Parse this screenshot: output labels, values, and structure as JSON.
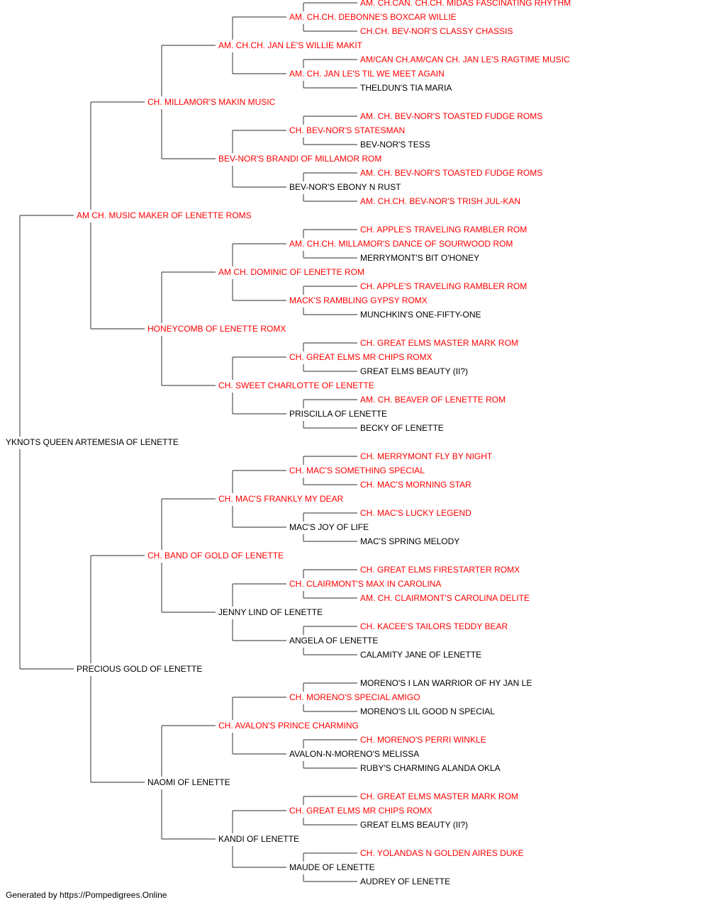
{
  "colors": {
    "champion": "#ff0000",
    "regular": "#000000",
    "connector": "#555555"
  },
  "subject": {
    "name": "YKNOTS QUEEN ARTEMESIA OF LENETTE",
    "titled": false
  },
  "generations": [
    [
      {
        "name": "AM CH. MUSIC MAKER OF LENETTE ROMS",
        "titled": true
      },
      {
        "name": "PRECIOUS GOLD OF LENETTE",
        "titled": false
      }
    ],
    [
      {
        "name": "CH. MILLAMOR'S MAKIN MUSIC",
        "titled": true
      },
      {
        "name": "HONEYCOMB OF LENETTE ROMX",
        "titled": true
      },
      {
        "name": "CH. BAND OF GOLD OF LENETTE",
        "titled": true
      },
      {
        "name": "NAOMI OF LENETTE",
        "titled": false
      }
    ],
    [
      {
        "name": "AM. CH.CH. JAN LE'S WILLIE MAKIT",
        "titled": true
      },
      {
        "name": "BEV-NOR'S BRANDI OF MILLAMOR ROM",
        "titled": true
      },
      {
        "name": "AM CH. DOMINIC OF LENETTE ROM",
        "titled": true
      },
      {
        "name": "CH. SWEET CHARLOTTE OF LENETTE",
        "titled": true
      },
      {
        "name": "CH. MAC'S FRANKLY MY DEAR",
        "titled": true
      },
      {
        "name": "JENNY LIND OF LENETTE",
        "titled": false
      },
      {
        "name": "CH. AVALON'S PRINCE CHARMING",
        "titled": true
      },
      {
        "name": "KANDI OF LENETTE",
        "titled": false
      }
    ],
    [
      {
        "name": "AM. CH.CH. DEBONNE'S BOXCAR WILLIE",
        "titled": true
      },
      {
        "name": "AM. CH. JAN LE'S TIL WE MEET AGAIN",
        "titled": true
      },
      {
        "name": "CH. BEV-NOR'S STATESMAN",
        "titled": true
      },
      {
        "name": "BEV-NOR'S EBONY N RUST",
        "titled": false
      },
      {
        "name": "AM. CH.CH. MILLAMOR'S DANCE OF SOURWOOD ROM",
        "titled": true
      },
      {
        "name": "MACK'S RAMBLING GYPSY ROMX",
        "titled": true
      },
      {
        "name": "CH. GREAT ELMS MR CHIPS ROMX",
        "titled": true
      },
      {
        "name": "PRISCILLA OF LENETTE",
        "titled": false
      },
      {
        "name": "CH. MAC'S SOMETHING SPECIAL",
        "titled": true
      },
      {
        "name": "MAC'S JOY OF LIFE",
        "titled": false
      },
      {
        "name": "CH. CLAIRMONT'S MAX IN CAROLINA",
        "titled": true
      },
      {
        "name": "ANGELA OF LENETTE",
        "titled": false
      },
      {
        "name": "CH. MORENO'S SPECIAL AMIGO",
        "titled": true
      },
      {
        "name": "AVALON-N-MORENO'S MELISSA",
        "titled": false
      },
      {
        "name": "CH. GREAT ELMS MR CHIPS ROMX",
        "titled": true
      },
      {
        "name": "MAUDE OF LENETTE",
        "titled": false
      }
    ],
    [
      {
        "name": "AM. CH.CAN. CH.CH. MIDAS FASCINATING RHYTHM",
        "titled": true
      },
      {
        "name": "CH.CH. BEV-NOR'S CLASSY CHASSIS",
        "titled": true
      },
      {
        "name": "AM/CAN CH.AM/CAN CH. JAN LE'S RAGTIME MUSIC",
        "titled": true
      },
      {
        "name": "THELDUN'S TIA MARIA",
        "titled": false
      },
      {
        "name": "AM. CH. BEV-NOR'S TOASTED FUDGE ROMS",
        "titled": true
      },
      {
        "name": "BEV-NOR'S TESS",
        "titled": false
      },
      {
        "name": "AM. CH. BEV-NOR'S TOASTED FUDGE ROMS",
        "titled": true
      },
      {
        "name": "AM. CH.CH. BEV-NOR'S TRISH JUL-KAN",
        "titled": true
      },
      {
        "name": "CH. APPLE'S TRAVELING RAMBLER ROM",
        "titled": true
      },
      {
        "name": "MERRYMONT'S BIT O'HONEY",
        "titled": false
      },
      {
        "name": "CH. APPLE'S TRAVELING RAMBLER ROM",
        "titled": true
      },
      {
        "name": "MUNCHKIN'S ONE-FIFTY-ONE",
        "titled": false
      },
      {
        "name": "CH. GREAT ELMS MASTER MARK ROM",
        "titled": true
      },
      {
        "name": "GREAT ELMS BEAUTY (II?)",
        "titled": false
      },
      {
        "name": "AM. CH. BEAVER OF LENETTE ROM",
        "titled": true
      },
      {
        "name": "BECKY OF LENETTE",
        "titled": false
      },
      {
        "name": "CH. MERRYMONT FLY BY NIGHT",
        "titled": true
      },
      {
        "name": "CH. MAC'S MORNING STAR",
        "titled": true
      },
      {
        "name": "CH. MAC'S LUCKY LEGEND",
        "titled": true
      },
      {
        "name": "MAC'S SPRING MELODY",
        "titled": false
      },
      {
        "name": "CH. GREAT ELMS FIRESTARTER ROMX",
        "titled": true
      },
      {
        "name": "AM. CH. CLAIRMONT'S CAROLINA DELITE",
        "titled": true
      },
      {
        "name": "CH. KACEE'S TAILORS TEDDY BEAR",
        "titled": true
      },
      {
        "name": "CALAMITY JANE OF LENETTE",
        "titled": false
      },
      {
        "name": "MORENO'S I LAN WARRIOR OF HY JAN LE",
        "titled": false
      },
      {
        "name": "MORENO'S LIL GOOD N SPECIAL",
        "titled": false
      },
      {
        "name": "CH. MORENO'S PERRI WINKLE",
        "titled": true
      },
      {
        "name": "RUBY'S CHARMING ALANDA OKLA",
        "titled": false
      },
      {
        "name": "CH. GREAT ELMS MASTER MARK ROM",
        "titled": true
      },
      {
        "name": "GREAT ELMS BEAUTY (II?)",
        "titled": false
      },
      {
        "name": "CH. YOLANDAS N GOLDEN AIRES DUKE",
        "titled": true
      },
      {
        "name": "AUDREY OF LENETTE",
        "titled": false
      }
    ]
  ],
  "footer": {
    "text": "Generated by https://Pompedigrees.Online"
  }
}
